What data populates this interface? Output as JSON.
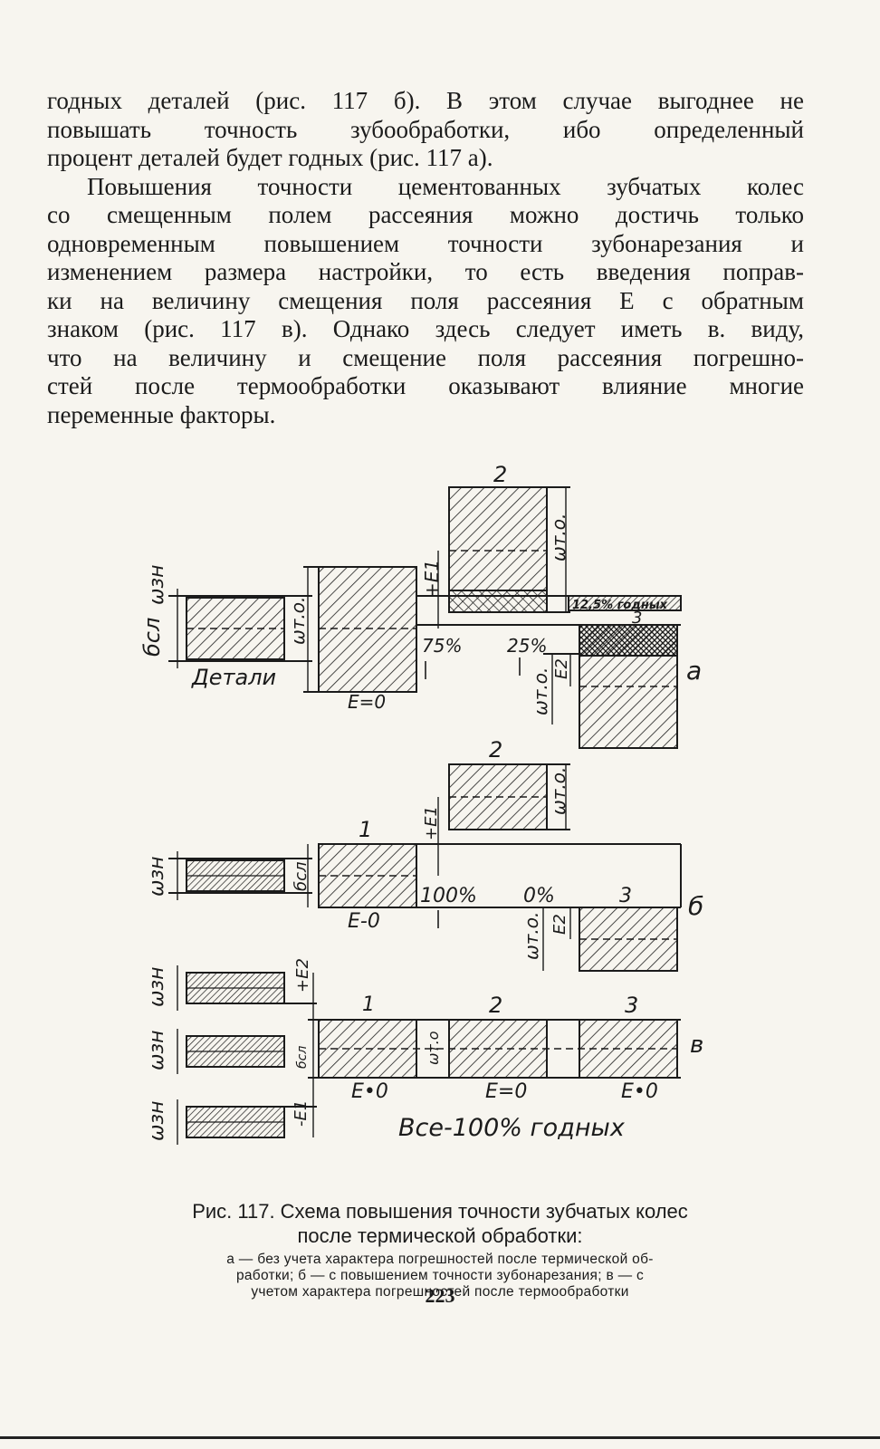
{
  "body_text": {
    "para1_lines": [
      "годных деталей (рис. 117 б). В этом случае выгоднее не",
      "повышать точность зубообработки, ибо определенный",
      "процент деталей будет годных (рис. 117 а)."
    ],
    "para2_lines": [
      "Повышения точности цементованных зубчатых колес",
      "со смещенным полем рассеяния можно достичь только",
      "одновременным повышением точности зубонарезания и",
      "изменением размера настройки, то есть введения поправ-",
      "ки на величину смещения поля рассеяния Е с обратным",
      "знаком (рис. 117 в). Однако здесь следует иметь в. виду,",
      "что на величину и смещение поля рассеяния погрешно-",
      "стей после термообработки оказывают влияние многие",
      "переменные факторы."
    ]
  },
  "figure": {
    "a": {
      "letter": "а",
      "sigma_label": "бсл",
      "omega_zn": "ωзн",
      "detali": "Детали",
      "omega_to": "ωт.о.",
      "e0": "E=0",
      "plus_e1": "+E1",
      "num2": "2",
      "num3": "3",
      "pct_75": "75%",
      "pct_25": "25%",
      "pct_12_5": "12,5% годных",
      "e2": "E2"
    },
    "b": {
      "letter": "б",
      "omega_zn": "ωзн",
      "sigma_label": "бсл",
      "num1": "1",
      "num2": "2",
      "num3": "3",
      "plus_e1": "+E1",
      "pct_100": "100%",
      "pct_0": "0%",
      "e0": "E-0",
      "omega_to": "ωт.о.",
      "e2": "E2"
    },
    "v": {
      "letter": "в",
      "omega_zn": "ωзн",
      "plus_e2": "+E2",
      "minus_e1": "-E1",
      "sigma_label": "бсл",
      "num1": "1",
      "num2": "2",
      "num3": "3",
      "omega_to": "ωт.о",
      "e0_1": "E•0",
      "e0_2": "E=0",
      "e0_3": "E•0",
      "all_good": "Все-100% годных"
    }
  },
  "caption": {
    "title_line1": "Рис. 117. Схема повышения точности зубчатых колес",
    "title_line2": "после термической обработки:",
    "legend_line1": "а — без учета характера погрешностей после термической об-",
    "legend_line2": "работки; б — с повышением точности зубонарезания; в — с",
    "legend_line3": "учетом характера погрешностей после термообработки"
  },
  "page_number": "223"
}
